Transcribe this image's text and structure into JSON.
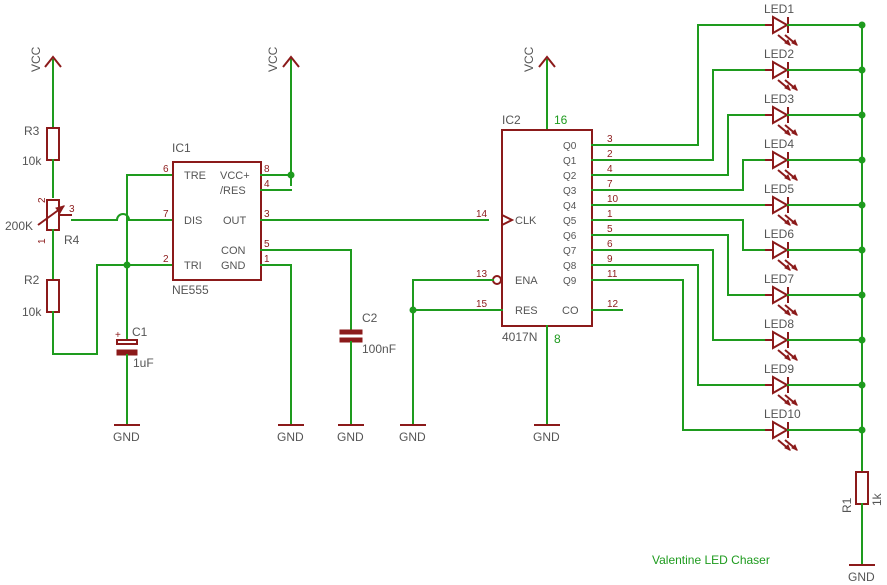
{
  "title": "Valentine LED Chaser",
  "supply": {
    "vcc": "VCC",
    "gnd": "GND"
  },
  "ic1": {
    "ref": "IC1",
    "value": "NE555",
    "pins": {
      "tre": "TRE",
      "dis": "DIS",
      "tri": "TRI",
      "vcc": "VCC+",
      "res": "/RES",
      "out": "OUT",
      "con": "CON",
      "gnd": "GND"
    },
    "pin_numbers": {
      "tre": "6",
      "dis": "7",
      "tri": "2",
      "vcc": "8",
      "res": "4",
      "out": "3",
      "con": "5",
      "gnd": "1"
    }
  },
  "ic2": {
    "ref": "IC2",
    "value": "4017N",
    "power_pin": "16",
    "gnd_pin": "8",
    "pins": {
      "clk": "CLK",
      "ena": "ENA",
      "res": "RES",
      "co": "CO"
    },
    "pin_numbers": {
      "clk": "14",
      "ena": "13",
      "res": "15",
      "co": "12"
    },
    "outputs": [
      {
        "name": "Q0",
        "pin": "3"
      },
      {
        "name": "Q1",
        "pin": "2"
      },
      {
        "name": "Q2",
        "pin": "4"
      },
      {
        "name": "Q3",
        "pin": "7"
      },
      {
        "name": "Q4",
        "pin": "10"
      },
      {
        "name": "Q5",
        "pin": "1"
      },
      {
        "name": "Q6",
        "pin": "5"
      },
      {
        "name": "Q7",
        "pin": "6"
      },
      {
        "name": "Q8",
        "pin": "9"
      },
      {
        "name": "Q9",
        "pin": "11"
      }
    ]
  },
  "r3": {
    "ref": "R3",
    "value": "10k"
  },
  "r4": {
    "ref": "R4",
    "value": "200K",
    "pins": [
      "1",
      "2",
      "3"
    ]
  },
  "r2": {
    "ref": "R2",
    "value": "10k"
  },
  "r1": {
    "ref": "R1",
    "value": "1k"
  },
  "c1": {
    "ref": "C1",
    "value": "1uF",
    "polarity": "+"
  },
  "c2": {
    "ref": "C2",
    "value": "100nF"
  },
  "leds": [
    "LED1",
    "LED2",
    "LED3",
    "LED4",
    "LED5",
    "LED6",
    "LED7",
    "LED8",
    "LED9",
    "LED10"
  ]
}
